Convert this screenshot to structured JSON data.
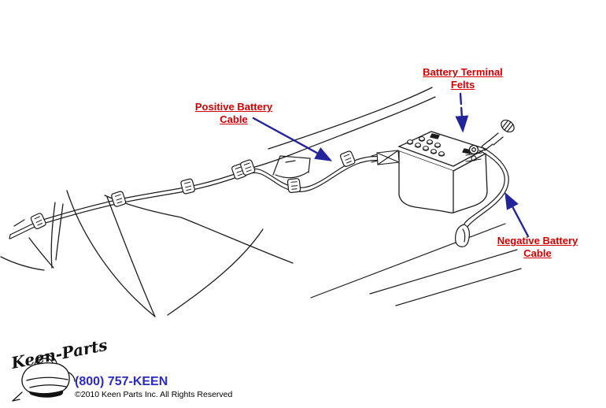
{
  "diagram": {
    "labels": {
      "positive": {
        "line1": "Positive Battery",
        "line2": "Cable"
      },
      "terminal": {
        "line1": "Battery Terminal",
        "line2": "Felts"
      },
      "negative": {
        "line1": "Negative Battery",
        "line2": "Cable"
      }
    },
    "colors": {
      "label_red": "#d40000",
      "arrow_blue": "#23239b",
      "line_black": "#1c1c1c",
      "phone_blue": "#2b2bc4"
    }
  },
  "footer": {
    "logo_text": "Keen-Parts",
    "phone": "(800) 757-KEEN",
    "copyright": "©2010 Keen Parts Inc. All Rights Reserved"
  }
}
